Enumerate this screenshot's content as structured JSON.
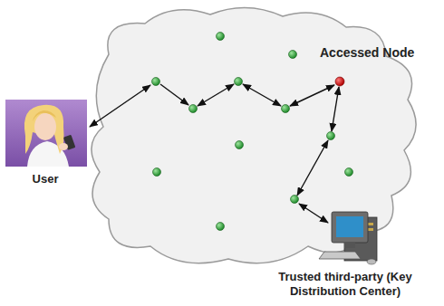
{
  "diagram": {
    "labels": [
      "Accessed Node",
      "User",
      "Trusted third-party (Key Distribution Center)"
    ]
  }
}
